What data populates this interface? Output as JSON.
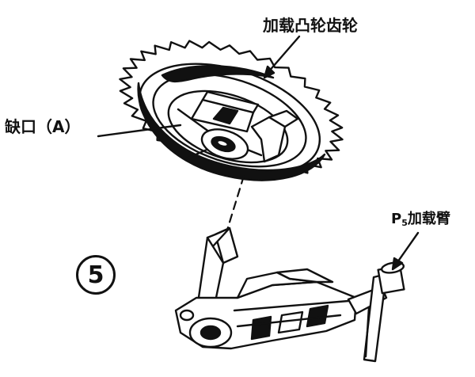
{
  "labels": {
    "cam_gear": "加载凸轮齿轮",
    "notch": "缺口（A）",
    "arm_prefix": "P",
    "arm_subscript": "5",
    "arm_name": "加载臂"
  },
  "step_number": "5",
  "colors": {
    "ink": "#111111",
    "paper": "#ffffff"
  }
}
